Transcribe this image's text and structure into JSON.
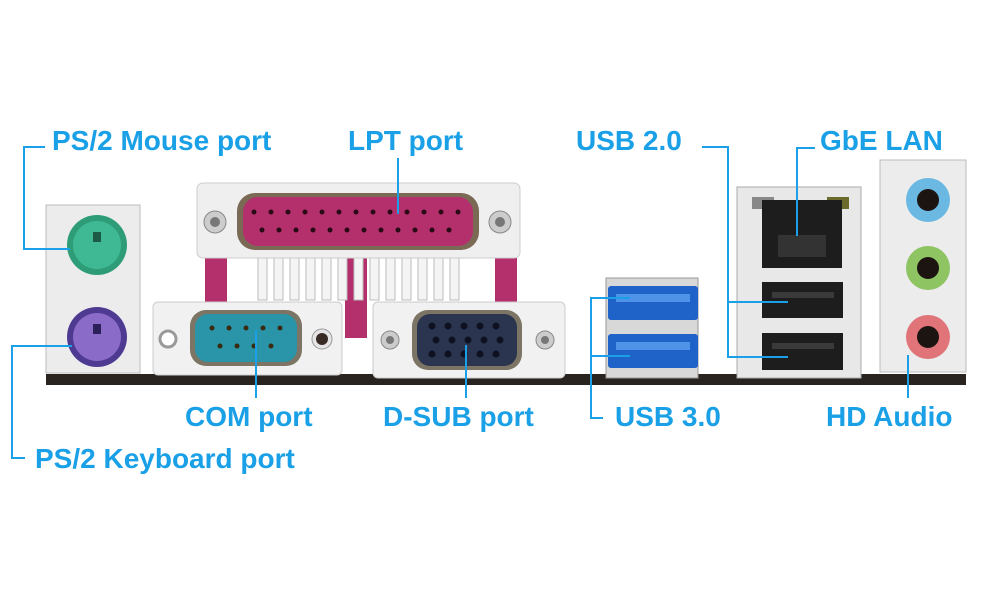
{
  "labels": {
    "ps2_mouse": "PS/2 Mouse port",
    "lpt": "LPT port",
    "usb20": "USB 2.0",
    "gbe_lan": "GbE LAN",
    "com": "COM port",
    "dsub": "D-SUB port",
    "usb30": "USB 3.0",
    "hd_audio": "HD Audio",
    "ps2_keyboard": "PS/2 Keyboard port"
  },
  "colors": {
    "label": "#1aa0e6",
    "ps2_mouse": "#3fb894",
    "ps2_keyboard": "#8a6cc8",
    "lpt": "#b3306c",
    "com": "#2a95a8",
    "dsub": "#2c3550",
    "usb30": "#1f62c8",
    "audio_line_in": "#6bb8e2",
    "audio_line_out": "#8fc462",
    "audio_mic": "#e07479"
  }
}
